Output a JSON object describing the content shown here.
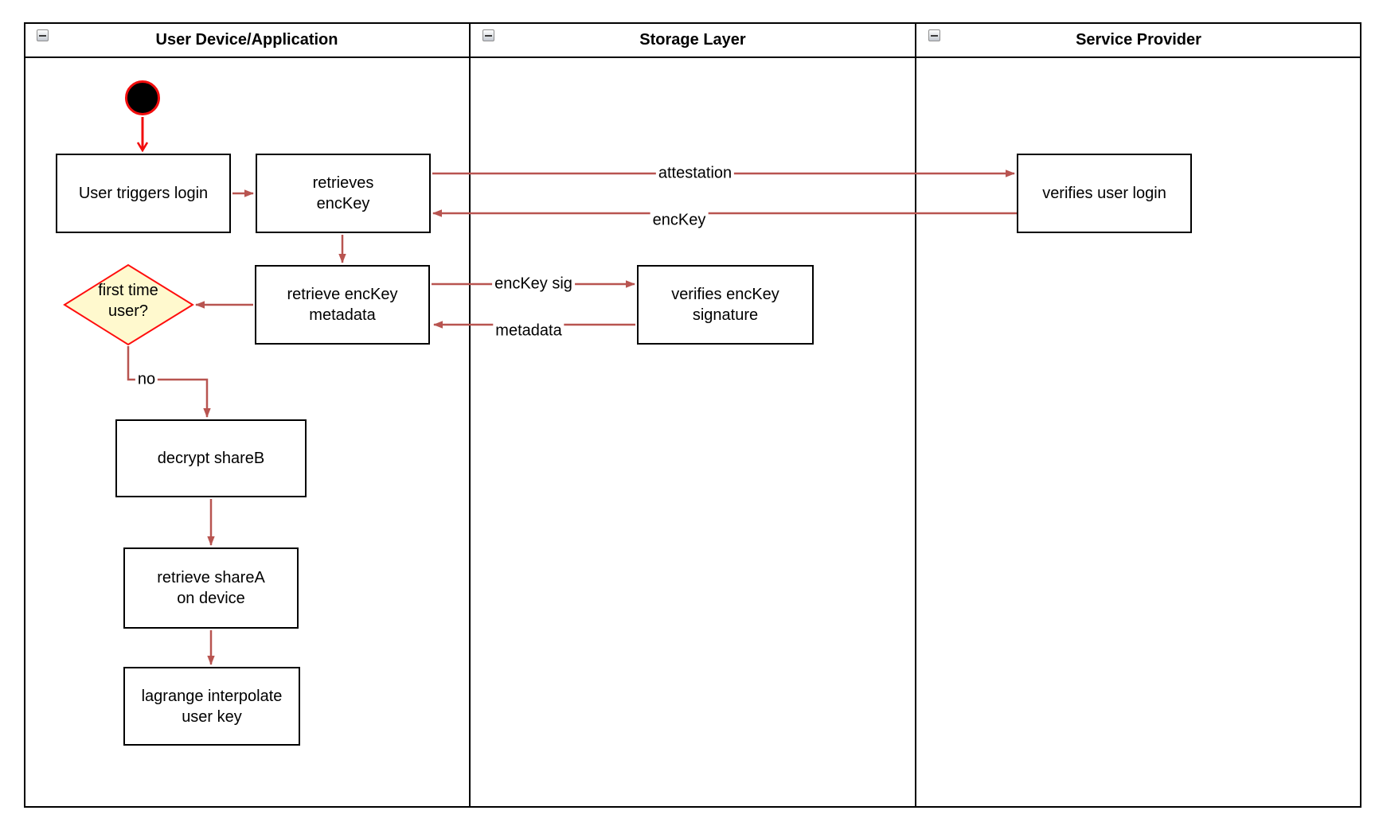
{
  "lanes": [
    {
      "title": "User Device/Application"
    },
    {
      "title": "Storage Layer"
    },
    {
      "title": "Service Provider"
    }
  ],
  "nodes": {
    "start": {
      "type": "initial-state"
    },
    "user_triggers_login": {
      "label": "User triggers login"
    },
    "retrieves_enckey": {
      "label": "retrieves\nencKey"
    },
    "retrieve_enckey_metadata": {
      "label": "retrieve encKey\nmetadata"
    },
    "verifies_enckey_signature": {
      "label": "verifies encKey\nsignature"
    },
    "verifies_user_login": {
      "label": "verifies user login"
    },
    "first_time_user": {
      "label": "first time\nuser?"
    },
    "decrypt_shareb": {
      "label": "decrypt shareB"
    },
    "retrieve_sharea": {
      "label": "retrieve shareA\non device"
    },
    "lagrange_interpolate": {
      "label": "lagrange interpolate\nuser key"
    }
  },
  "edge_labels": {
    "attestation": "attestation",
    "enckey": "encKey",
    "enckey_sig": "encKey sig",
    "metadata": "metadata",
    "no": "no"
  },
  "icons": {
    "collapse": "collapse-minus-icon"
  },
  "colors": {
    "edge_arrow": "#B85450",
    "start_arrow": "#F20D0D",
    "decision_fill": "#FFF9CE",
    "decision_border": "#FF0D0D",
    "node_border": "#000000",
    "node_fill": "#FFFFFF"
  }
}
